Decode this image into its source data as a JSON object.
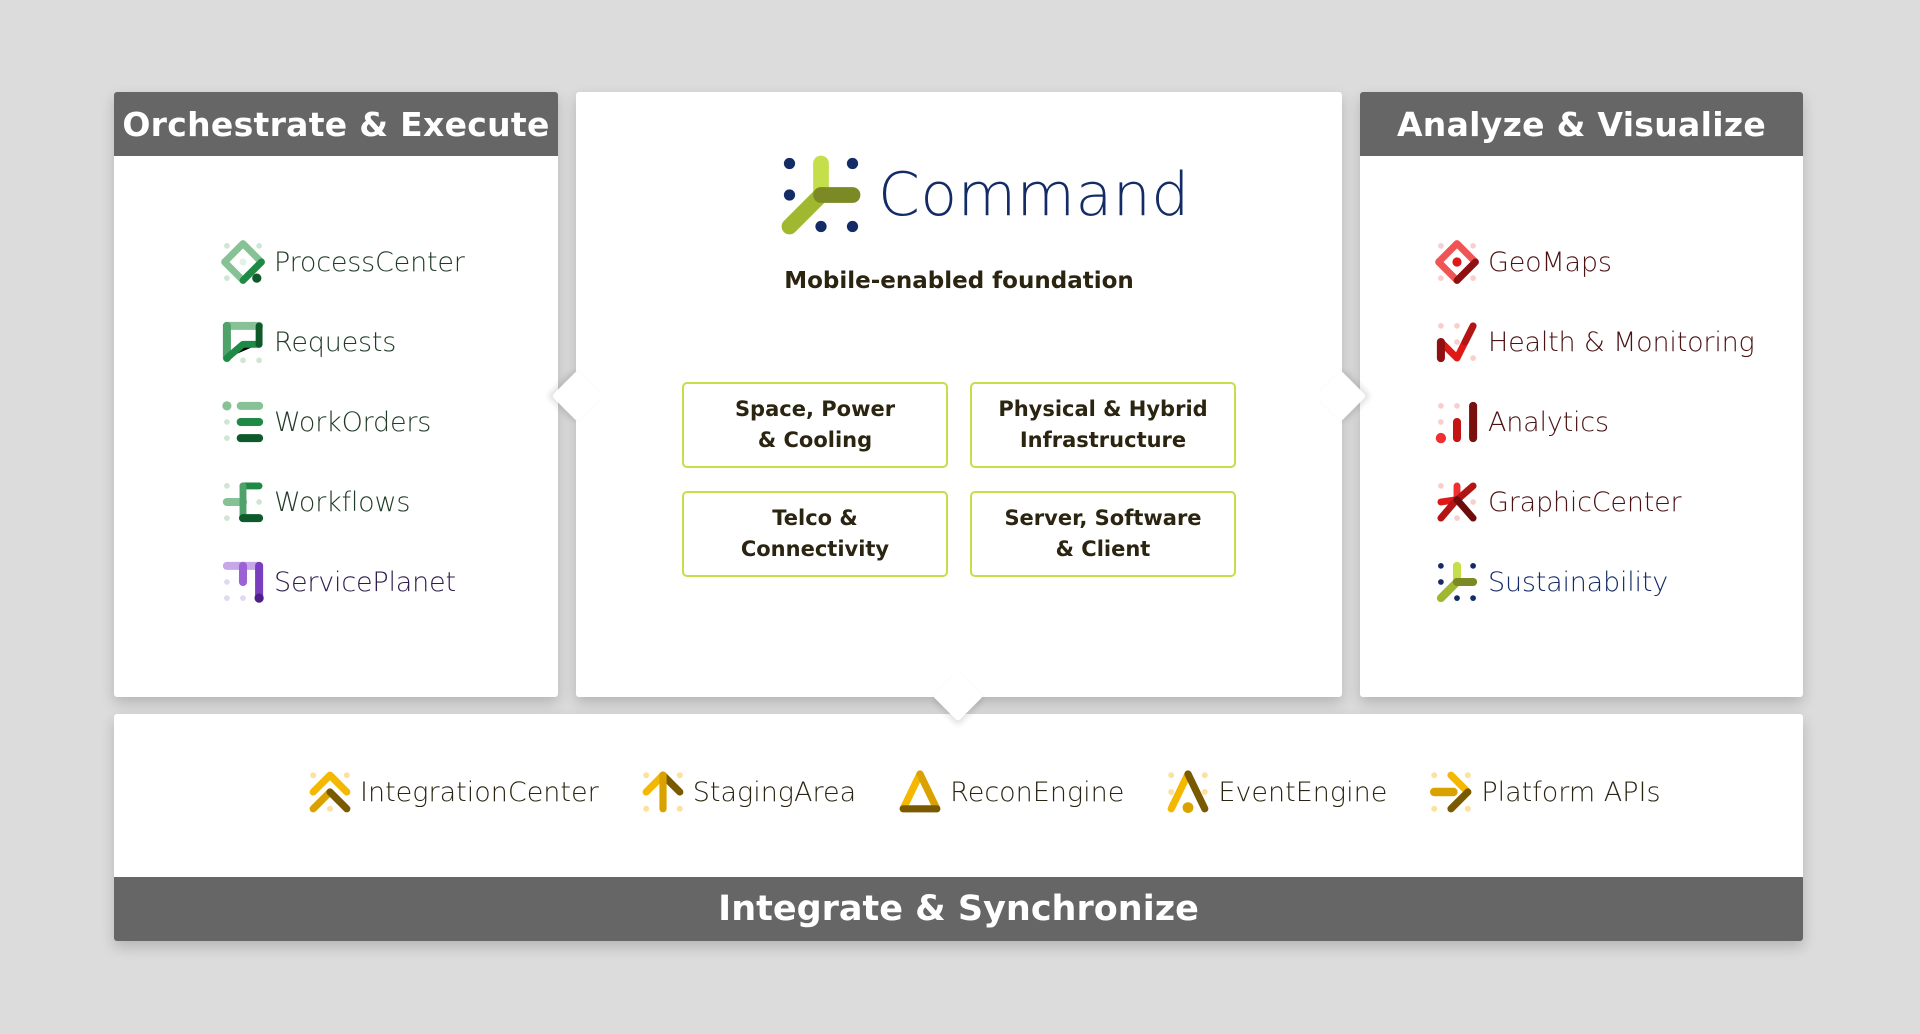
{
  "colors": {
    "background": "#dcdcdc",
    "header_bg": "#666666",
    "tile_border": "#c3df4a",
    "command_text": "#142c66"
  },
  "left": {
    "title": "Orchestrate & Execute",
    "items": [
      {
        "label": "ProcessCenter",
        "icon": "processcenter-icon",
        "color": "#1f3a25"
      },
      {
        "label": "Requests",
        "icon": "requests-icon",
        "color": "#1f3a25"
      },
      {
        "label": "WorkOrders",
        "icon": "workorders-icon",
        "color": "#1f3a25"
      },
      {
        "label": "Workflows",
        "icon": "workflows-icon",
        "color": "#1f3a25"
      },
      {
        "label": "ServicePlanet",
        "icon": "serviceplanet-icon",
        "color": "#2e1a4a"
      }
    ]
  },
  "center": {
    "product": "Command",
    "subtitle": "Mobile-enabled foundation",
    "tiles": [
      "Space, Power\n& Cooling",
      "Physical & Hybrid\nInfrastructure",
      "Telco &\nConnectivity",
      "Server, Software\n& Client"
    ]
  },
  "right": {
    "title": "Analyze & Visualize",
    "items": [
      {
        "label": "GeoMaps",
        "icon": "geomaps-icon",
        "color": "#4a1212"
      },
      {
        "label": "Health & Monitoring",
        "icon": "health-monitoring-icon",
        "color": "#4a1212"
      },
      {
        "label": "Analytics",
        "icon": "analytics-icon",
        "color": "#4a1212"
      },
      {
        "label": "GraphicCenter",
        "icon": "graphiccenter-icon",
        "color": "#4a1212"
      },
      {
        "label": "Sustainability",
        "icon": "sustainability-icon",
        "color": "#142c66"
      }
    ]
  },
  "bottom": {
    "title": "Integrate & Synchronize",
    "items": [
      {
        "label": "IntegrationCenter",
        "icon": "integrationcenter-icon"
      },
      {
        "label": "StagingArea",
        "icon": "stagingarea-icon"
      },
      {
        "label": "ReconEngine",
        "icon": "reconengine-icon"
      },
      {
        "label": "EventEngine",
        "icon": "eventengine-icon"
      },
      {
        "label": "Platform APIs",
        "icon": "platform-apis-icon"
      }
    ]
  }
}
